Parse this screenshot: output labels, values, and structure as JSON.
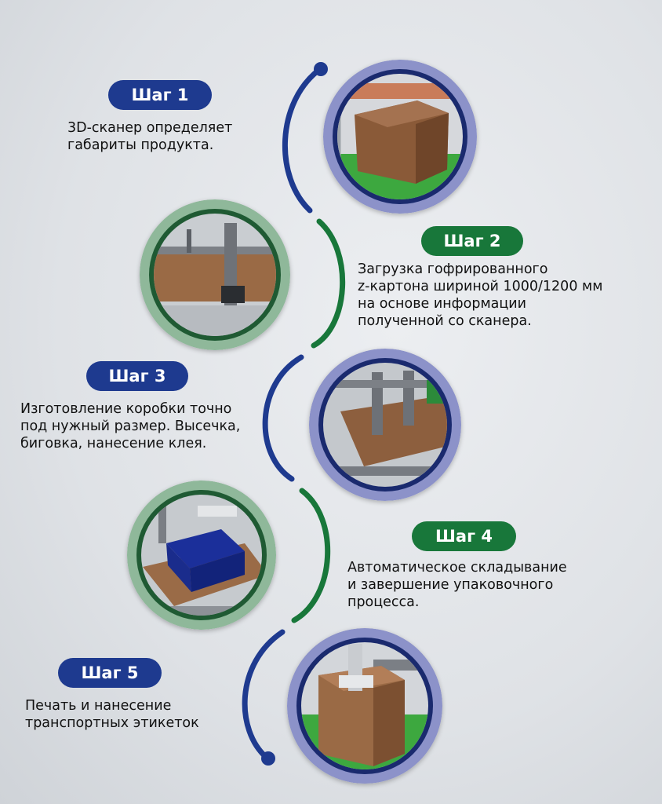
{
  "steps": [
    {
      "label": "Шаг 1",
      "lines": [
        "3D-сканер определяет",
        "габариты продукта."
      ]
    },
    {
      "label": "Шаг 2",
      "lines": [
        "Загрузка гофрированного",
        "z-картона шириной 1000/1200 мм",
        "на основе информации",
        "полученной со сканера."
      ]
    },
    {
      "label": "Шаг 3",
      "lines": [
        "Изготовление коробки точно",
        "под нужный размер. Высечка,",
        "биговка, нанесение клея."
      ]
    },
    {
      "label": "Шаг 4",
      "lines": [
        "Автоматическое складывание",
        "и завершение упаковочного",
        "процесса."
      ]
    },
    {
      "label": "Шаг 5",
      "lines": [
        "Печать и нанесение",
        "транспортных этикеток"
      ]
    }
  ],
  "colors": {
    "blue": "#1e3a8f",
    "green": "#18773a",
    "ring_blue": "#8c92c9",
    "ring_green": "#8fb89a"
  }
}
